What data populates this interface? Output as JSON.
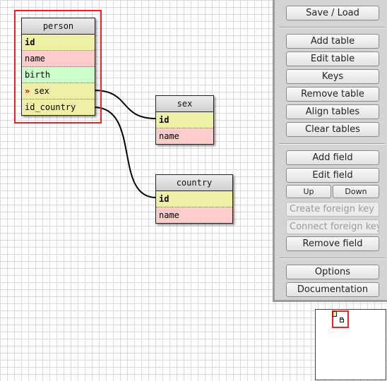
{
  "colors": {
    "primary_key": "#efefa6",
    "text_field": "#ffcccc",
    "date_field": "#ccffcc",
    "int_field": "#efefa6",
    "selection": "#ee2222",
    "panel": "#d4d4d4"
  },
  "tables": [
    {
      "name": "person",
      "selected": true,
      "fields": [
        {
          "name": "id",
          "type": "pk"
        },
        {
          "name": "name",
          "type": "text"
        },
        {
          "name": "birth",
          "type": "date"
        },
        {
          "name": "sex",
          "type": "int",
          "foreign_key": true
        },
        {
          "name": "id_country",
          "type": "int"
        }
      ]
    },
    {
      "name": "sex",
      "selected": false,
      "fields": [
        {
          "name": "id",
          "type": "pk"
        },
        {
          "name": "name",
          "type": "text"
        }
      ]
    },
    {
      "name": "country",
      "selected": false,
      "fields": [
        {
          "name": "id",
          "type": "pk"
        },
        {
          "name": "name",
          "type": "text"
        }
      ]
    }
  ],
  "relations": [
    {
      "from_table": "person",
      "from_field": "sex",
      "to_table": "sex",
      "to_field": "id"
    },
    {
      "from_table": "person",
      "from_field": "id_country",
      "to_table": "country",
      "to_field": "id"
    }
  ],
  "controls": {
    "save_load": "Save / Load",
    "add_table": "Add table",
    "edit_table": "Edit table",
    "keys": "Keys",
    "remove_table": "Remove table",
    "align_tables": "Align tables",
    "clear_tables": "Clear tables",
    "add_field": "Add field",
    "edit_field": "Edit field",
    "up": "Up",
    "down": "Down",
    "create_foreign_key": "Create foreign key",
    "connect_foreign_key": "Connect foreign key",
    "remove_field": "Remove field",
    "options": "Options",
    "documentation": "Documentation"
  },
  "fk_marker": "»"
}
